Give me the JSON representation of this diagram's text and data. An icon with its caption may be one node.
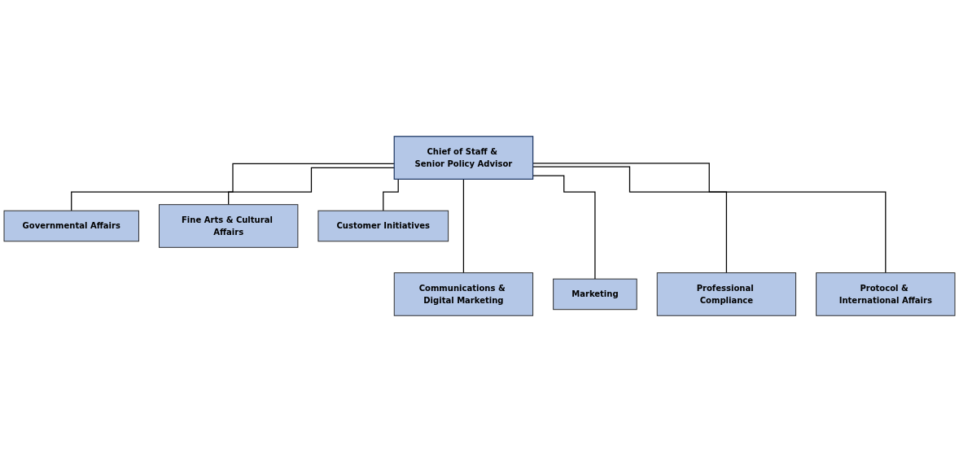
{
  "diagram": {
    "nodes": [
      {
        "text": [
          "Chief of Staff & Senior Policy Advisor"
        ]
      },
      {
        "text": [
          "Governmental Affairs"
        ]
      },
      {
        "text": [
          "Fine Arts & Cultural Affairs"
        ]
      },
      {
        "text": [
          "Customer Initiatives"
        ]
      },
      {
        "text": [
          "Communications & Digital Marketing"
        ]
      },
      {
        "text": [
          "Marketing"
        ]
      },
      {
        "text": [
          "Professional Compliance"
        ]
      },
      {
        "text": [
          "Protocol & International Affairs"
        ]
      }
    ],
    "edges": [
      {
        "from": 0,
        "to": 1,
        "arrow": "none"
      },
      {
        "from": 0,
        "to": 2,
        "arrow": "none"
      },
      {
        "from": 0,
        "to": 3,
        "arrow": "none"
      },
      {
        "from": 0,
        "to": 4,
        "arrow": "none"
      },
      {
        "from": 0,
        "to": 5,
        "arrow": "none"
      },
      {
        "from": 0,
        "to": 6,
        "arrow": "none"
      },
      {
        "from": 0,
        "to": 7,
        "arrow": "none"
      }
    ]
  }
}
